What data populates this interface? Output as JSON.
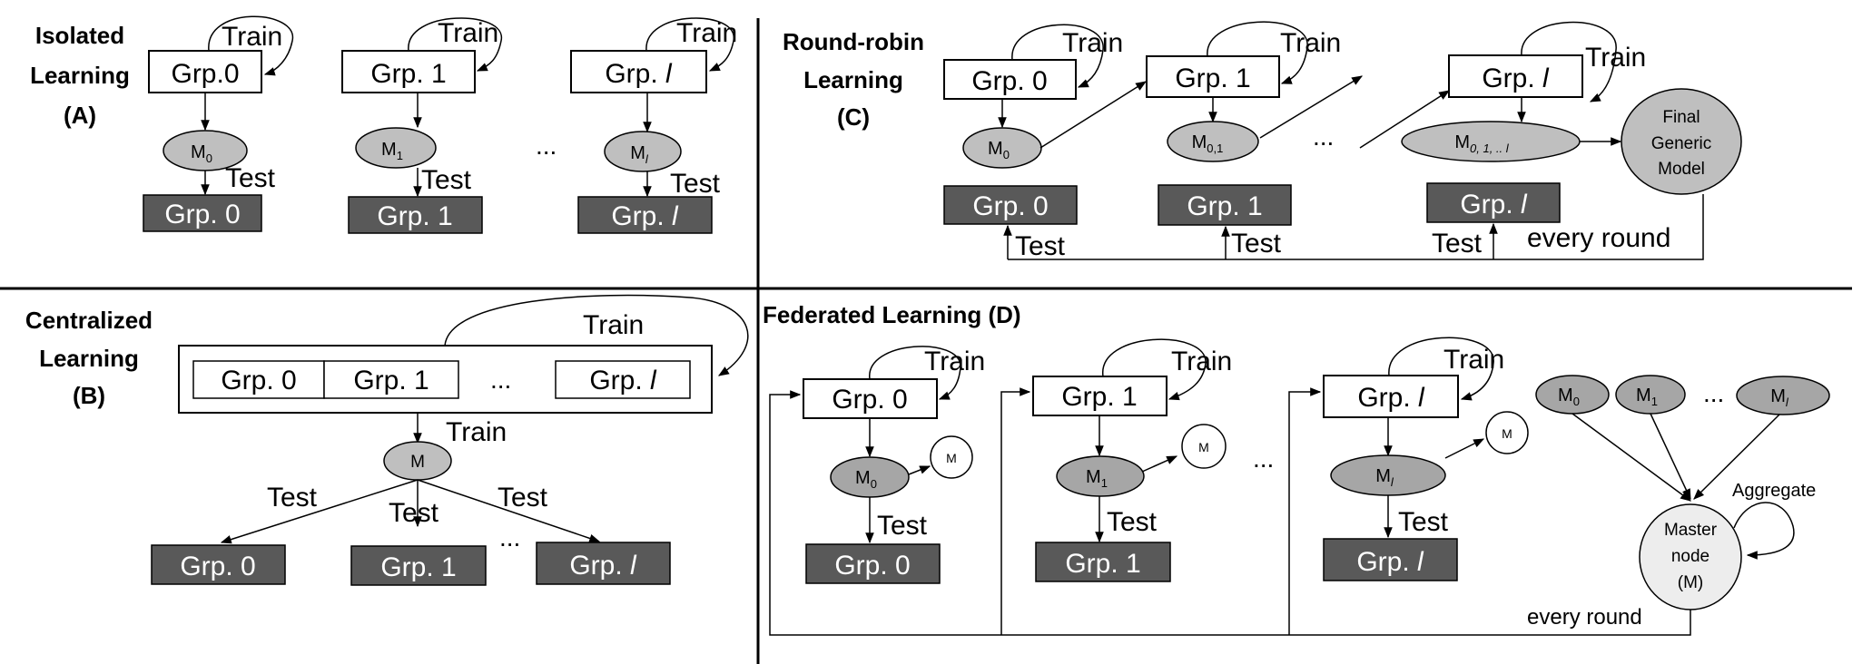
{
  "panels": {
    "A": {
      "title_l1": "Isolated",
      "title_l2": "Learning",
      "title_l3": "(A)"
    },
    "B": {
      "title_l1": "Centralized",
      "title_l2": "Learning",
      "title_l3": "(B)"
    },
    "C": {
      "title_l1": "Round-robin",
      "title_l2": "Learning",
      "title_l3": "(C)"
    },
    "D": {
      "title": "Federated Learning (D)"
    }
  },
  "labels": {
    "train": "Train",
    "test": "Test",
    "ellipsis": "...",
    "every_round": "every round",
    "aggregate": "Aggregate",
    "grp0_compact": "Grp.0",
    "grp0": "Grp. 0",
    "grp1": "Grp. 1",
    "grpl_prefix": "Grp. ",
    "grpl_italic": "l",
    "m_letter": "M",
    "m_sub0": "0",
    "m_sub1": "1",
    "m_subl": "l",
    "m_sub01": "0,1",
    "m_sub01l": "0, 1,  .. l",
    "final_l1": "Final",
    "final_l2": "Generic",
    "final_l3": "Model",
    "master_l1": "Master",
    "master_l2": "node",
    "master_l3": "(M)"
  },
  "colors": {
    "dark_box": "#595959",
    "light_ellipse": "#bfbfbf",
    "mid_ellipse": "#a6a6a6",
    "master_fill": "#ededed",
    "line": "#000000"
  }
}
